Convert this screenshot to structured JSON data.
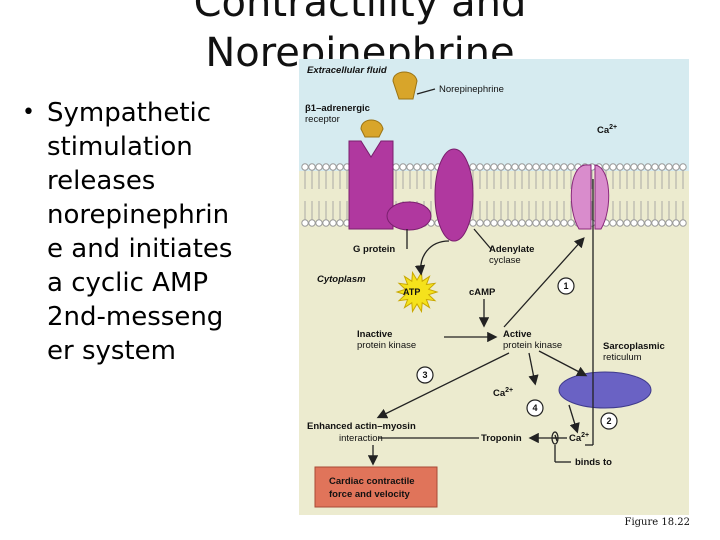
{
  "slide": {
    "title_line1": "Contractility and",
    "title_line2": "Norepinephrine",
    "bullet_text": "Sympathetic stimulation releases norepinephrin e and initiates a cyclic AMP 2nd-messeng er system",
    "bullet_lines": [
      "Sympathetic",
      "stimulation",
      "releases",
      "norepinephrin",
      "e and initiates",
      "a cyclic AMP",
      "2nd-messeng",
      "er system"
    ]
  },
  "figure": {
    "extracellular_label": "Extracellular fluid",
    "norepinephrine_label": "Norepinephrine",
    "receptor_label_line1": "β1–adrenergic",
    "receptor_label_line2": "receptor",
    "ca_top_label": "Ca",
    "ca_superscript": "2+",
    "g_protein_label": "G protein",
    "adenylate_line1": "Adenylate",
    "adenylate_line2": "cyclase",
    "cytoplasm_label": "Cytoplasm",
    "atp_label": "ATP",
    "camp_label": "cAMP",
    "inactive_line1": "Inactive",
    "inactive_line2": "protein kinase",
    "active_line1": "Active",
    "active_line2": "protein kinase",
    "sarcoplasmic_line1": "Sarcoplasmic",
    "sarcoplasmic_line2": "reticulum",
    "ca_mid_label": "Ca",
    "ca_right_label": "Ca",
    "enhanced_line1": "Enhanced actin–myosin",
    "enhanced_line2": "interaction",
    "troponin_label": "Troponin",
    "binds_to_label": "binds to",
    "cardiac_line1": "Cardiac contractile",
    "cardiac_line2": "force and velocity",
    "step_1": "1",
    "step_2": "2",
    "step_3": "3",
    "step_4": "4"
  },
  "caption": "Figure 18.22",
  "colors": {
    "extracellular_bg": "#d6ebf0",
    "cytoplasm_bg": "#ecebcf",
    "membrane": "#9a9a9a",
    "protein": "#b0389f",
    "protein_light": "#d98ccc",
    "ligand": "#d8a52a",
    "sr": "#6a62c4",
    "atp": "#f5e21c",
    "result_box": "#e0745a"
  }
}
